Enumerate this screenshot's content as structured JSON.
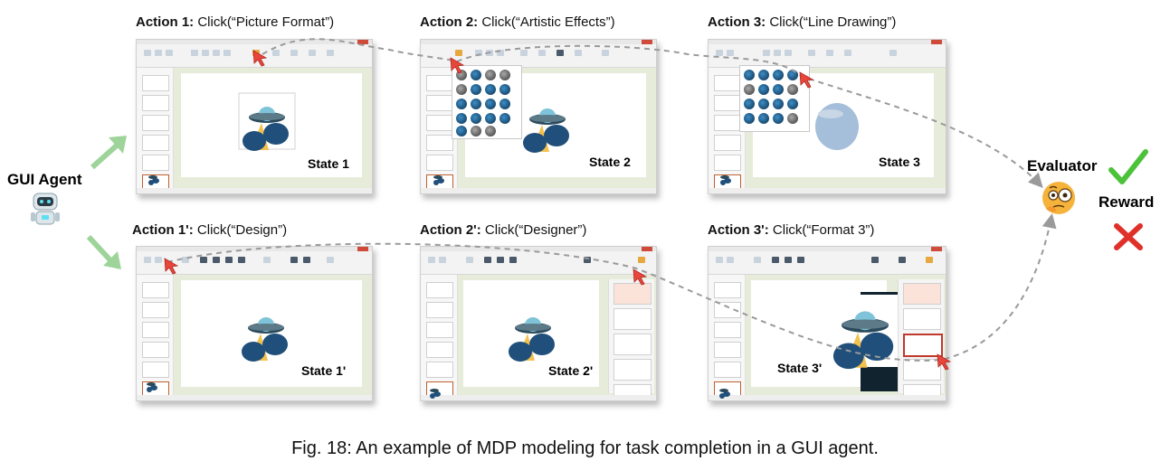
{
  "agent": {
    "label": "GUI Agent"
  },
  "evaluator": {
    "label": "Evaluator",
    "reward_label": "Reward"
  },
  "top_row": [
    {
      "action_prefix": "Action 1:",
      "action_text": "Click(“Picture Format”)",
      "state_label": "State 1"
    },
    {
      "action_prefix": "Action 2:",
      "action_text": "Click(“Artistic Effects”)",
      "state_label": "State 2"
    },
    {
      "action_prefix": "Action 3:",
      "action_text": "Click(“Line Drawing”)",
      "state_label": "State 3"
    }
  ],
  "bottom_row": [
    {
      "action_prefix": "Action 1':",
      "action_text": "Click(“Design”)",
      "state_label": "State 1'"
    },
    {
      "action_prefix": "Action 2':",
      "action_text": "Click(“Designer”)",
      "state_label": "State 2'"
    },
    {
      "action_prefix": "Action 3':",
      "action_text": "Click(“Format 3”)",
      "state_label": "State 3'"
    }
  ],
  "icons": {
    "agent": "robot-icon",
    "evaluator": "thinking-face-icon",
    "success": "green-check-icon",
    "failure": "red-cross-icon",
    "cursor": "red-cursor-icon"
  },
  "colors": {
    "arrow_green": "#9ed49a",
    "dashed_path": "#9a9a9a",
    "cursor_red": "#e8463b",
    "check_green": "#4cc23a",
    "cross_red": "#e0302a"
  },
  "caption": "Fig. 18: An example of MDP modeling for task completion in a GUI agent."
}
